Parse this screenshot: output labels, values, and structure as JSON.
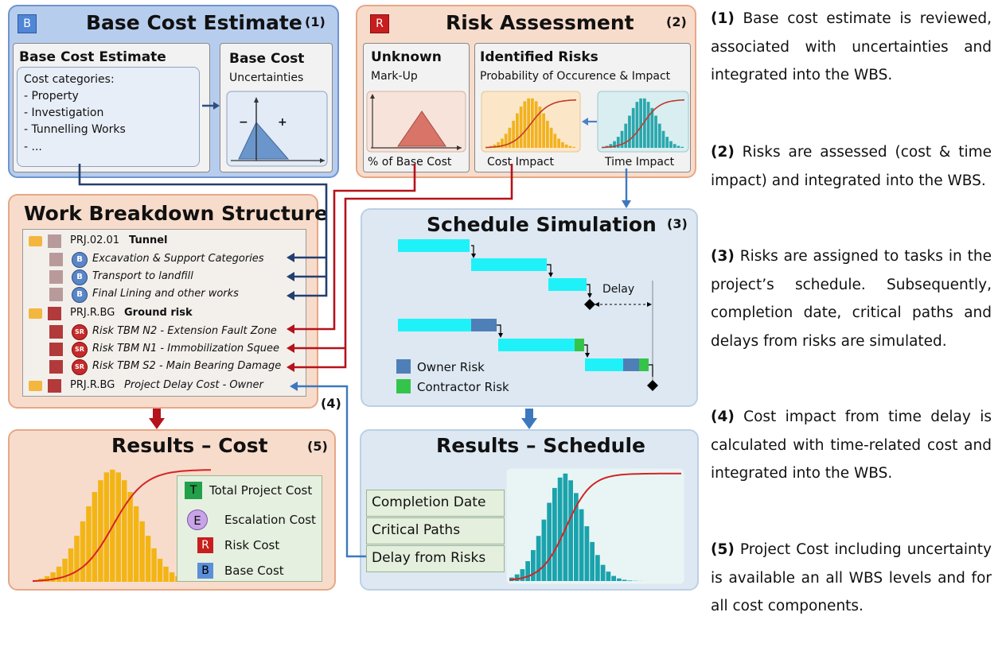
{
  "base_cost": {
    "badge": "B",
    "title": "Base Cost Estimate",
    "number": "(1)",
    "inner_title": "Base Cost Estimate",
    "categories_label": "Cost categories:",
    "categories": [
      "- Property",
      "- Investigation",
      "- Tunnelling Works",
      "- ..."
    ],
    "uncert_title": "Base Cost",
    "uncert_subtitle": "Uncertainties",
    "minus": "−",
    "plus": "+"
  },
  "risk": {
    "badge": "R",
    "title": "Risk Assessment",
    "number": "(2)",
    "unknown_title": "Unknown",
    "unknown_subtitle": "Mark-Up",
    "unknown_axis": "% of Base Cost",
    "identified_title": "Identified Risks",
    "identified_subtitle": "Probability of Occurence & Impact",
    "cost_impact": "Cost Impact",
    "time_impact": "Time Impact"
  },
  "wbs": {
    "title": "Work Breakdown Structure",
    "number": "(4)",
    "rows": [
      {
        "code": "PRJ.02.01",
        "name": "Tunnel"
      },
      {
        "badge": "B",
        "name": "Excavation & Support Categories"
      },
      {
        "badge": "B",
        "name": "Transport to landfill"
      },
      {
        "badge": "B",
        "name": "Final Lining and other works"
      },
      {
        "code": "PRJ.R.BG",
        "name": "Ground risk"
      },
      {
        "badge": "SR",
        "name": "Risk TBM N2 - Extension Fault Zone"
      },
      {
        "badge": "SR",
        "name": "Risk TBM N1 - Immobilization Squee"
      },
      {
        "badge": "SR",
        "name": "Risk TBM S2 - Main Bearing Damage"
      },
      {
        "code": "PRJ.R.BG",
        "name": "Project Delay Cost - Owner"
      }
    ]
  },
  "schedule": {
    "title": "Schedule Simulation",
    "number": "(3)",
    "delay_label": "Delay",
    "legend": [
      {
        "label": "Owner Risk",
        "color": "#4f7fb7"
      },
      {
        "label": "Contractor Risk",
        "color": "#35c44a"
      }
    ],
    "task_color": "#1ef2f8"
  },
  "results_cost": {
    "title": "Results – Cost",
    "number": "(5)",
    "legend": [
      {
        "badge": "T",
        "label": "Total Project Cost",
        "color": "#22a04a"
      },
      {
        "badge": "E",
        "label": "Escalation Cost",
        "color": "#c8a3e8"
      },
      {
        "badge": "R",
        "label": "Risk Cost",
        "color": "#c81e1e"
      },
      {
        "badge": "B",
        "label": "Base Cost",
        "color": "#5b8fd9"
      }
    ]
  },
  "results_schedule": {
    "title": "Results – Schedule",
    "items": [
      "Completion Date",
      "Critical Paths",
      "Delay from Risks"
    ]
  },
  "descriptions": [
    {
      "num": "(1)",
      "text": "Base cost estimate is reviewed, associated with uncertainties and integrated into the WBS."
    },
    {
      "num": "(2)",
      "text": "Risks are assessed (cost & time impact) and integrated into the WBS."
    },
    {
      "num": "(3)",
      "text": "Risks are assigned to tasks in the project’s schedule. Subsequently, completion date, critical paths and delays from risks are simulated."
    },
    {
      "num": "(4)",
      "text": "Cost impact from time delay is calculated with time-related cost and integrated into the WBS."
    },
    {
      "num": "(5)",
      "text": "Project Cost including uncertainty is available an all WBS levels and for all cost components."
    }
  ]
}
